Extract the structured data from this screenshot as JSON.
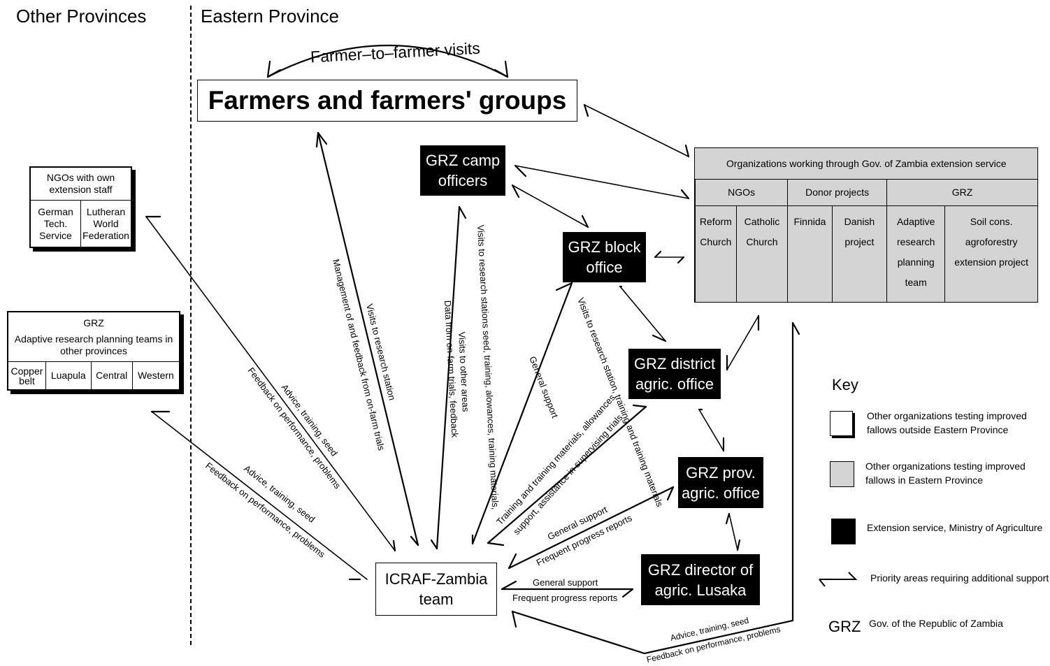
{
  "regions": {
    "left": "Other Provinces",
    "right": "Eastern Province"
  },
  "nodes": {
    "farmers": "Farmers and farmers' groups",
    "farmer_visits": "Farmer–to–farmer visits",
    "camp": [
      "GRZ camp",
      "officers"
    ],
    "block": [
      "GRZ block",
      "office"
    ],
    "district": [
      "GRZ district",
      "agric. office"
    ],
    "prov": [
      "GRZ prov.",
      "agric. office"
    ],
    "director": [
      "GRZ director of",
      "agric. Lusaka"
    ],
    "icraf": [
      "ICRAF-Zambia",
      "team"
    ]
  },
  "ngo_box": {
    "title": "NGOs with own extension staff",
    "cells": [
      "German Tech. Service",
      "Lutheran World Federation"
    ]
  },
  "grz_other_box": {
    "title": "GRZ",
    "subtitle": "Adaptive research planning teams in other provinces",
    "cells": [
      "Copper belt",
      "Luapula",
      "Central",
      "Western"
    ]
  },
  "orgs_box": {
    "title": "Organizations working through Gov. of Zambia extension service",
    "groups": [
      {
        "name": "NGOs",
        "items": [
          "Reform Church",
          "Catholic Church"
        ]
      },
      {
        "name": "Donor projects",
        "items": [
          "Finnida",
          "Danish project"
        ]
      },
      {
        "name": "GRZ",
        "items": [
          "Adaptive research planning team",
          "Soil cons. agroforestry extension project"
        ]
      }
    ]
  },
  "flow_labels": {
    "farmers_icraf_a": "Visits to research station",
    "farmers_icraf_b": "Management of and feedback from on-farm trials",
    "ngo_icraf_a": "Advice, training, seed",
    "ngo_icraf_b": "Feedback on performance, problems",
    "grzother_icraf_a": "Advice, training, seed",
    "grzother_icraf_b": "Feedback on performance, problems",
    "camp_icraf_a": "Visits to research stations seed, training, alowances, training materials,",
    "camp_icraf_b": "Visits to other areas",
    "camp_icraf_c": "Data from on-farm trials, feedback",
    "block_icraf_a": "Visits to research station, training and training materials",
    "block_icraf_b": "General support",
    "district_icraf_a": "Training and training materials, allowances",
    "district_icraf_b": "support, assistance in supervising trials",
    "prov_icraf_a": "General support",
    "prov_icraf_b": "Frequent progress reports",
    "director_icraf_a": "General support",
    "director_icraf_b": "Frequent progress reports",
    "orgs_icraf_a": "Advice, training, seed",
    "orgs_icraf_b": "Feedback on performance, problems"
  },
  "key": {
    "title": "Key",
    "items": [
      {
        "swatch": "white",
        "label": "Other organizations testing improved fallows outside Eastern Province"
      },
      {
        "swatch": "gray",
        "label": "Other organizations testing improved fallows in Eastern Province"
      },
      {
        "swatch": "black",
        "label": "Extension service, Ministry of Agriculture"
      },
      {
        "swatch": "arrow",
        "label": "Priority areas requiring additional support"
      },
      {
        "swatch": "GRZ",
        "label": "Gov. of the Republic of Zambia"
      }
    ]
  },
  "colors": {
    "gray_fill": "#d4d4d4",
    "black_fill": "#000000",
    "white_fill": "#ffffff"
  }
}
